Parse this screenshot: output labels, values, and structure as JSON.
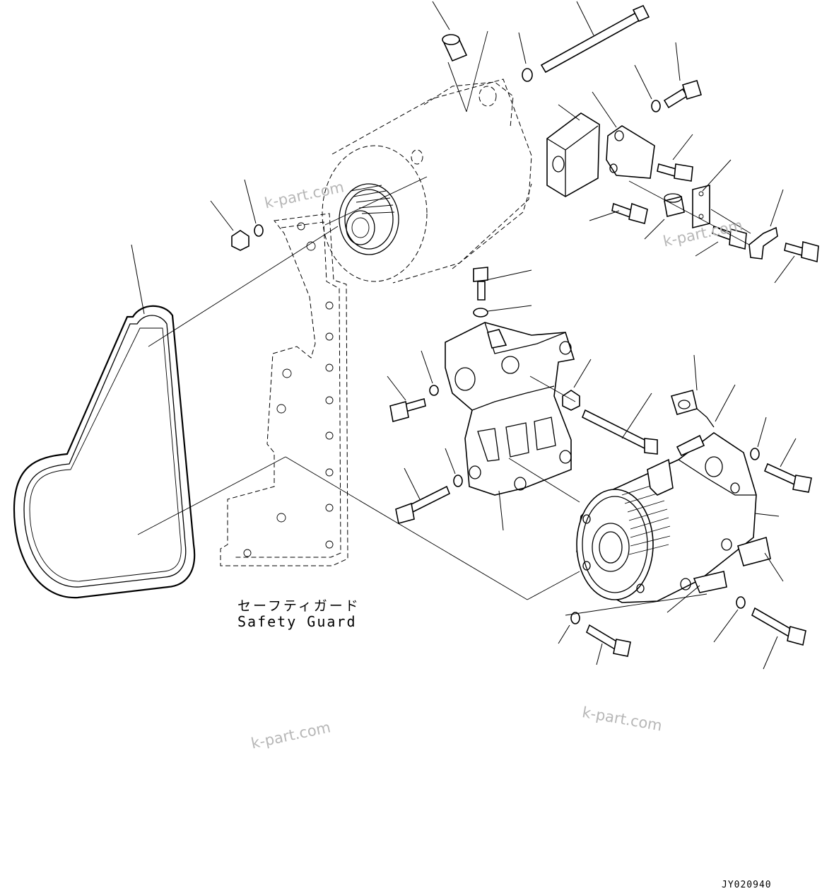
{
  "diagram": {
    "safety_guard_label_jp": "セーフティガード",
    "safety_guard_label_en": "Safety Guard",
    "drawing_code": "JY020940",
    "watermark_text": "k-part.com",
    "parts": [
      "v-belt",
      "safety-guard",
      "alternator",
      "alternator-bracket",
      "air-conditioner-compressor",
      "compressor-bracket",
      "bolts",
      "washers",
      "nuts",
      "spacers",
      "clips"
    ]
  }
}
